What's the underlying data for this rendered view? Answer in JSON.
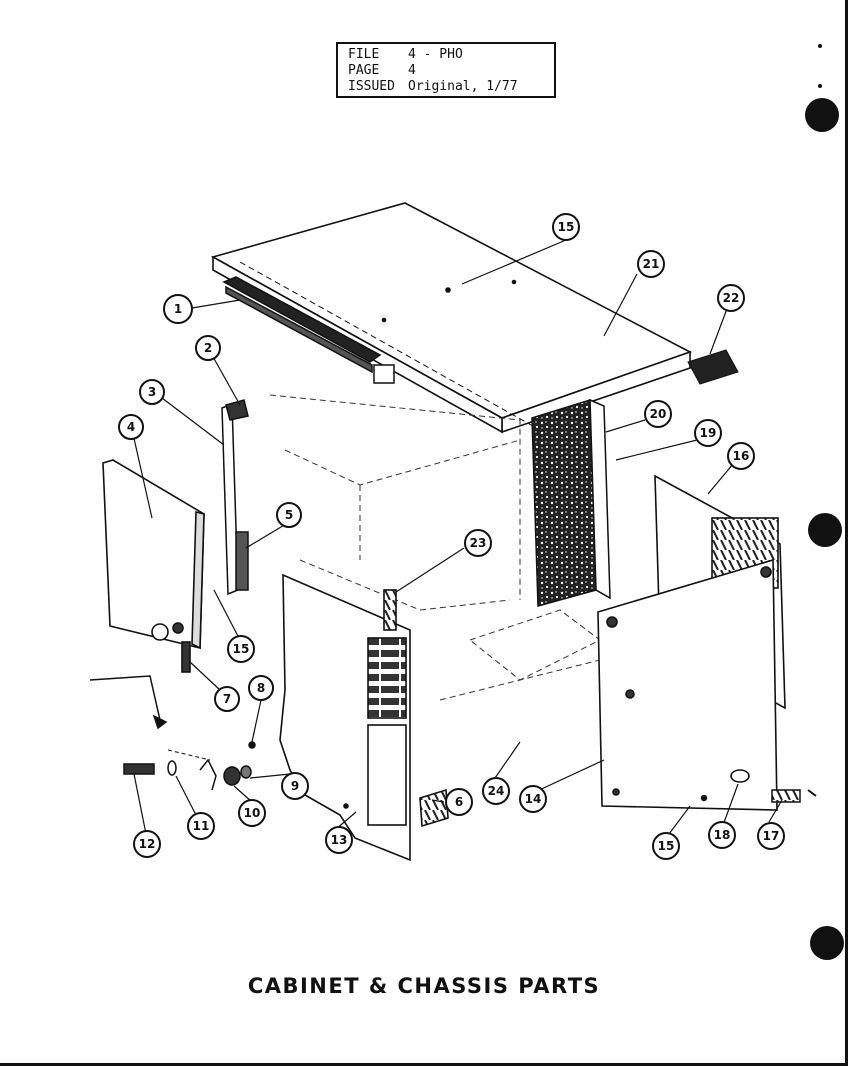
{
  "file_box": {
    "rows": [
      {
        "key": "FILE",
        "value": "4 - PHO"
      },
      {
        "key": "PAGE",
        "value": "4"
      },
      {
        "key": "ISSUED",
        "value": "Original, 1/77"
      }
    ]
  },
  "title": "CABINET & CHASSIS PARTS",
  "callouts": [
    "1",
    "2",
    "3",
    "4",
    "5",
    "6",
    "7",
    "8",
    "9",
    "10",
    "11",
    "12",
    "13",
    "14",
    "15",
    "15",
    "15",
    "16",
    "17",
    "18",
    "19",
    "20",
    "21",
    "22",
    "23",
    "24"
  ]
}
